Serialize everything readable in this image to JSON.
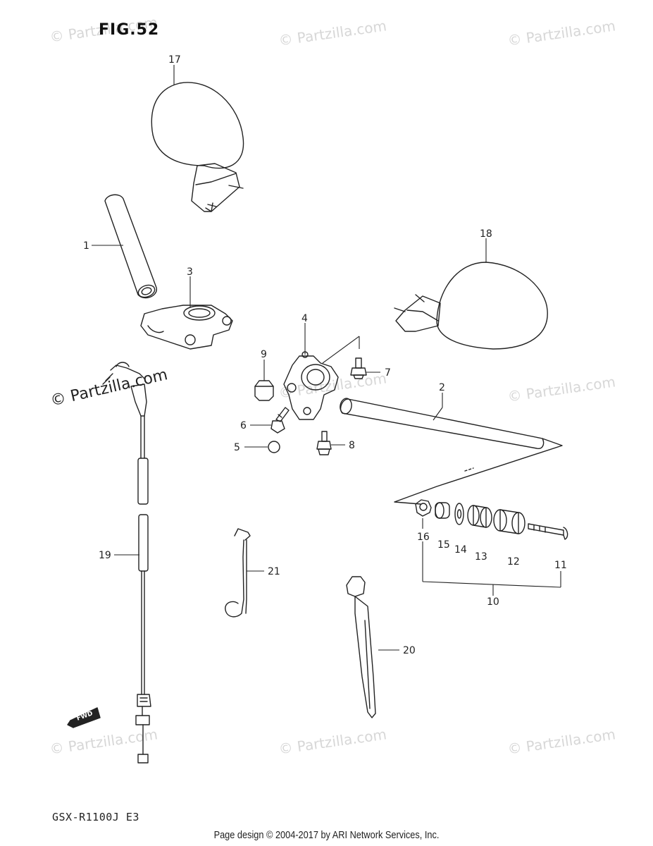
{
  "figure_title": "FIG.52",
  "model_code": "GSX-R1100J  E3",
  "footer": "Page design © 2004-2017 by ARI Network Services, Inc.",
  "watermark": "© Partzilla.com",
  "fwd_text": "FWD",
  "callouts": {
    "p1": "1",
    "p2": "2",
    "p3": "3",
    "p4": "4",
    "p5": "5",
    "p6": "6",
    "p7": "7",
    "p8": "8",
    "p9": "9",
    "p10": "10",
    "p11": "11",
    "p12": "12",
    "p13": "13",
    "p14": "14",
    "p15": "15",
    "p16": "16",
    "p17": "17",
    "p18": "18",
    "p19": "19",
    "p20": "20",
    "p21": "21"
  }
}
